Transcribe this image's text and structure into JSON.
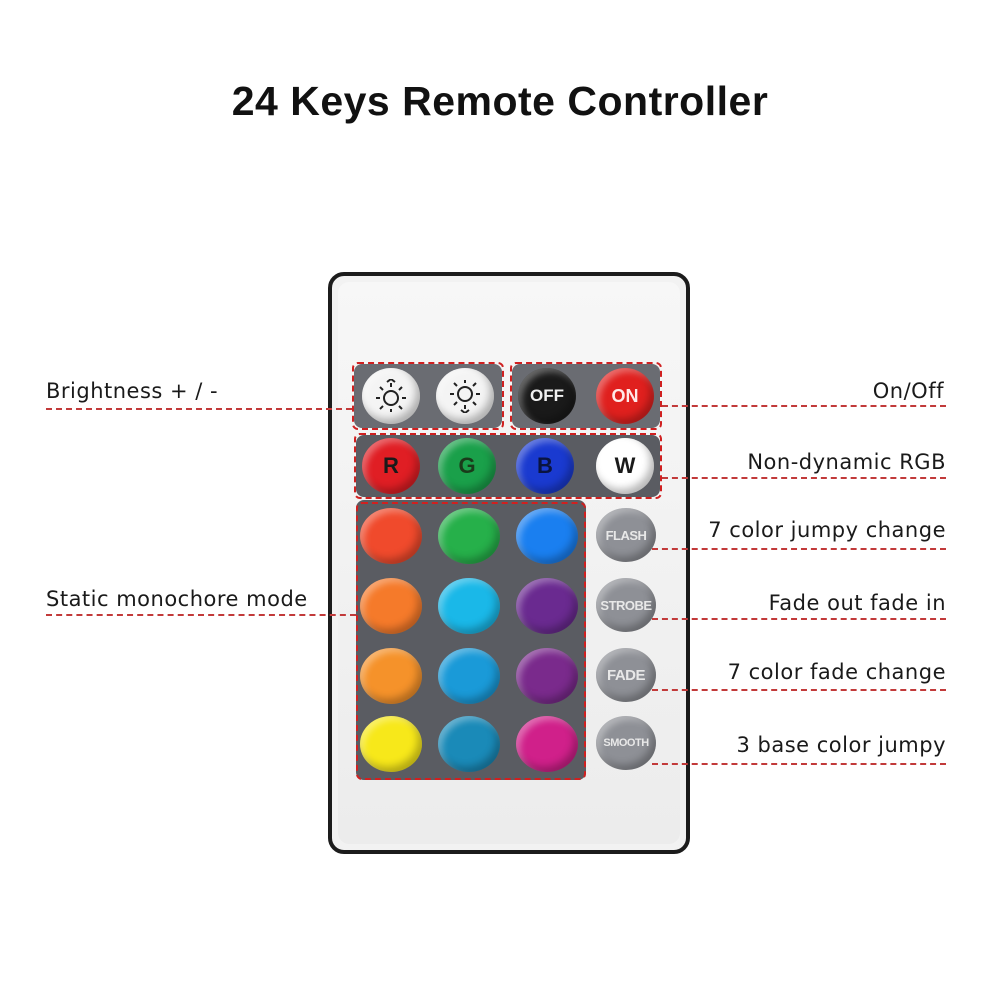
{
  "title": "24 Keys Remote Controller",
  "buttons": {
    "bright_up_icon": "sun-up-icon",
    "bright_down_icon": "sun-down-icon",
    "off": "OFF",
    "on": "ON",
    "r": "R",
    "g": "G",
    "b": "B",
    "w": "W",
    "flash": "FLASH",
    "strobe": "STROBE",
    "fade": "FADE",
    "smooth": "SMOOTH"
  },
  "labels": {
    "brightness": "Brightness + / -",
    "onoff": "On/Off",
    "rgb": "Non-dynamic RGB",
    "jumpy7": "7 color jumpy change",
    "static": "Static monochore mode",
    "fadeinout": "Fade out fade in",
    "fade7": "7 color fade change",
    "jumpy3": "3 base color jumpy"
  },
  "colors": {
    "grid": [
      "#f04a2c",
      "#26b04a",
      "#1a7ff0",
      "#f57a2a",
      "#1ab8e8",
      "#6a2a90",
      "#f5922a",
      "#1a9ad8",
      "#7a2a8c",
      "#f7e81a",
      "#1a8ab8",
      "#d0208a"
    ],
    "red": "#e01e24",
    "green": "#1aa04a",
    "blue": "#1a3ad0",
    "white": "#ffffff",
    "off": "#1a1a1a",
    "on": "#e0201e",
    "accent_dash": "#c23a3a"
  }
}
